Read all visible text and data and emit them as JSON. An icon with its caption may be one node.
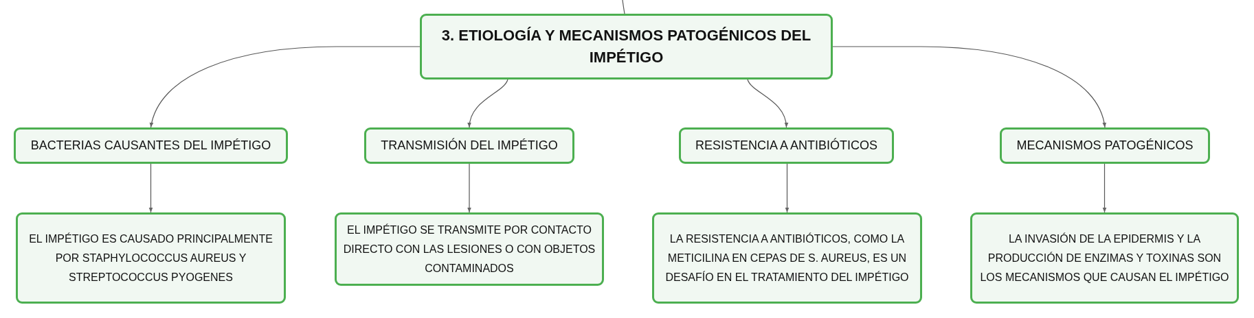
{
  "diagram": {
    "nodes": [
      {
        "text": [
          "3. ETIOLOGÍA Y MECANISMOS PATOGÉNICOS DEL IMPÉTIGO"
        ]
      },
      {
        "text": [
          "BACTERIAS CAUSANTES DEL IMPÉTIGO"
        ]
      },
      {
        "text": [
          "TRANSMISIÓN DEL IMPÉTIGO"
        ]
      },
      {
        "text": [
          "RESISTENCIA A ANTIBIÓTICOS"
        ]
      },
      {
        "text": [
          "MECANISMOS PATOGÉNICOS"
        ]
      },
      {
        "text": [
          "EL IMPÉTIGO ES CAUSADO PRINCIPALMENTE POR STAPHYLOCOCCUS AUREUS Y STREPTOCOCCUS PYOGENES"
        ]
      },
      {
        "text": [
          "EL IMPÉTIGO SE TRANSMITE POR CONTACTO DIRECTO CON LAS LESIONES O CON OBJETOS CONTAMINADOS"
        ]
      },
      {
        "text": [
          "LA RESISTENCIA A ANTIBIÓTICOS, COMO LA METICILINA EN CEPAS DE S. AUREUS, ES UN DESAFÍO EN EL TRATAMIENTO DEL IMPÉTIGO"
        ]
      },
      {
        "text": [
          "LA INVASIÓN DE LA EPIDERMIS Y LA PRODUCCIÓN DE ENZIMAS Y TOXINAS SON LOS MECANISMOS QUE CAUSAN EL IMPÉTIGO"
        ]
      }
    ],
    "edges": [
      {
        "from": null,
        "to": 0,
        "arrow": "none"
      },
      {
        "from": 0,
        "to": 1,
        "arrow": "to"
      },
      {
        "from": 0,
        "to": 2,
        "arrow": "to"
      },
      {
        "from": 0,
        "to": 3,
        "arrow": "to"
      },
      {
        "from": 0,
        "to": 4,
        "arrow": "to"
      },
      {
        "from": 1,
        "to": 5,
        "arrow": "to"
      },
      {
        "from": 2,
        "to": 6,
        "arrow": "to"
      },
      {
        "from": 3,
        "to": 7,
        "arrow": "to"
      },
      {
        "from": 4,
        "to": 8,
        "arrow": "to"
      }
    ]
  }
}
